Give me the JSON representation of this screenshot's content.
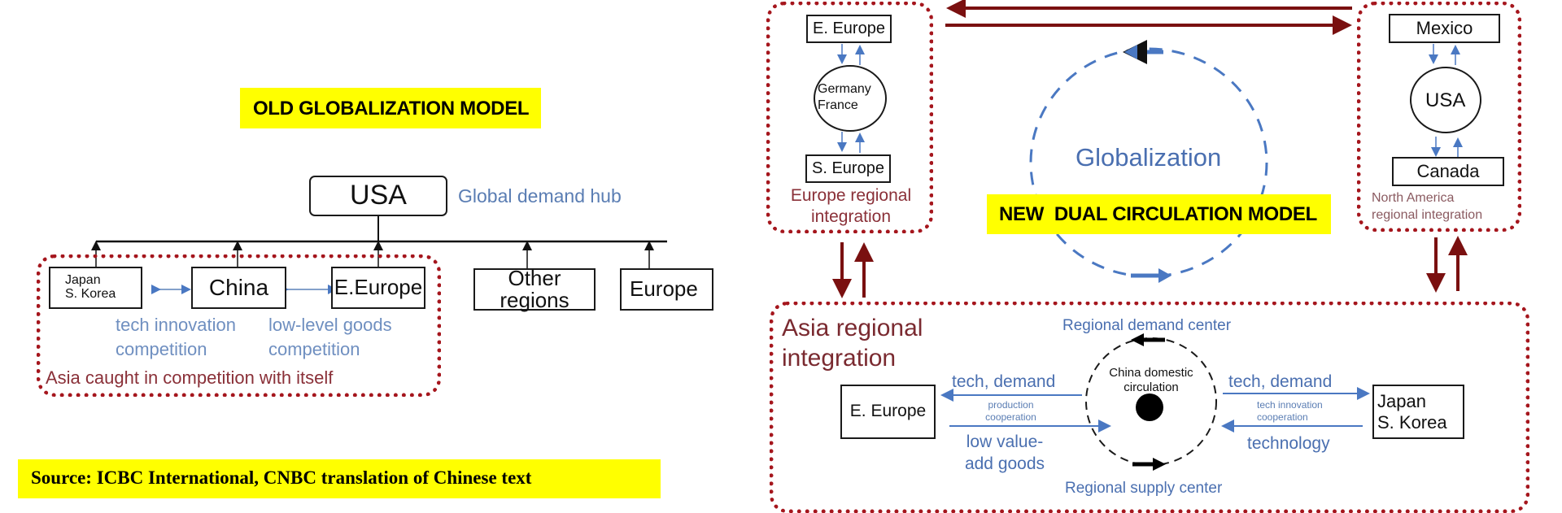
{
  "old_model": {
    "title": "OLD GLOBALIZATION MODEL",
    "hub_box": "USA",
    "hub_label": "Global demand hub",
    "boxes": {
      "japan_korea": [
        "Japan",
        "S. Korea"
      ],
      "china": "China",
      "e_europe": "E.Europe",
      "other_regions": "Other regions",
      "europe": "Europe"
    },
    "labels": {
      "tech_competition": [
        "tech innovation",
        "competition"
      ],
      "lowlevel_competition": [
        "low-level goods",
        "competition"
      ],
      "asia_caption": "Asia caught in competition with itself"
    }
  },
  "source": "Source: ICBC International, CNBC translation of Chinese text",
  "new_model": {
    "title": "NEW  DUAL CIRCULATION MODEL",
    "globalization_label": "Globalization",
    "europe_region": {
      "top_box": "E. Europe",
      "center": [
        "Germany",
        "France"
      ],
      "bottom_box": "S. Europe",
      "caption": [
        "Europe regional",
        "integration"
      ]
    },
    "na_region": {
      "top_box": "Mexico",
      "center": "USA",
      "bottom_box": "Canada",
      "caption": [
        "North America",
        "regional integration"
      ]
    },
    "asia_region": {
      "caption": [
        "Asia regional",
        "integration"
      ],
      "demand_center": "Regional demand center",
      "supply_center": "Regional supply center",
      "china_circle": [
        "China domestic",
        "circulation"
      ],
      "left_box": "E. Europe",
      "right_box": [
        "Japan",
        "S. Korea"
      ],
      "left_top_label": "tech, demand",
      "left_mid_label": [
        "production",
        "cooperation"
      ],
      "left_bottom_label": [
        "low value-",
        "add goods"
      ],
      "right_top_label": "tech, demand",
      "right_mid_label": [
        "tech innovation",
        "cooperation"
      ],
      "right_bottom_label": "technology"
    }
  },
  "colors": {
    "highlight": "#ffff00",
    "maroon": "#7a1010",
    "blue": "#4a78c2",
    "dotted": "#a5161d"
  }
}
